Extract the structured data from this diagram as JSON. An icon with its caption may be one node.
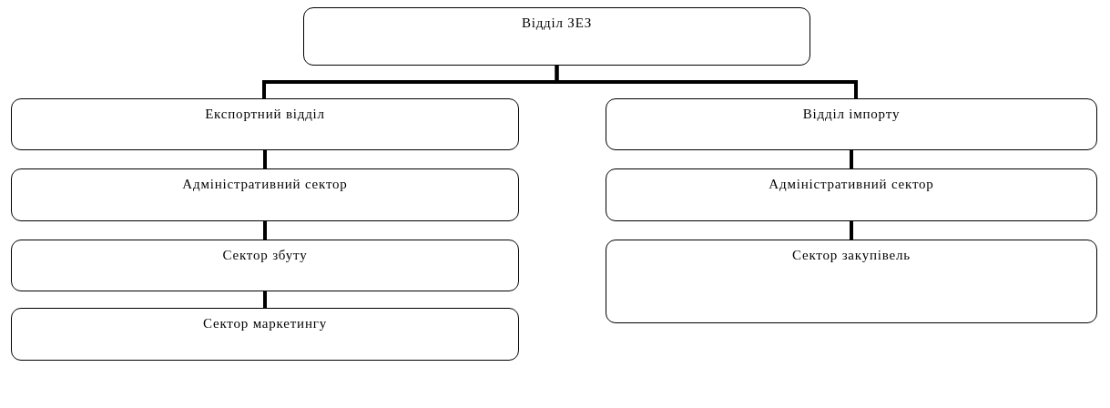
{
  "diagram": {
    "nodes": [
      {
        "text": [
          "Відділ ЗЕЗ"
        ]
      },
      {
        "text": [
          "Експортний відділ"
        ]
      },
      {
        "text": [
          "Відділ імпорту"
        ]
      },
      {
        "text": [
          "Адміністративний сектор"
        ]
      },
      {
        "text": [
          "Сектор збуту"
        ]
      },
      {
        "text": [
          "Сектор маркетингу"
        ]
      },
      {
        "text": [
          "Адміністративний сектор"
        ]
      },
      {
        "text": [
          "Сектор закупівель"
        ]
      }
    ],
    "edges": [
      {
        "from": 0,
        "to": 1,
        "arrow": "none"
      },
      {
        "from": 0,
        "to": 2,
        "arrow": "none"
      },
      {
        "from": 1,
        "to": 3,
        "arrow": "none"
      },
      {
        "from": 3,
        "to": 4,
        "arrow": "none"
      },
      {
        "from": 4,
        "to": 5,
        "arrow": "none"
      },
      {
        "from": 2,
        "to": 6,
        "arrow": "none"
      },
      {
        "from": 6,
        "to": 7,
        "arrow": "none"
      }
    ]
  }
}
